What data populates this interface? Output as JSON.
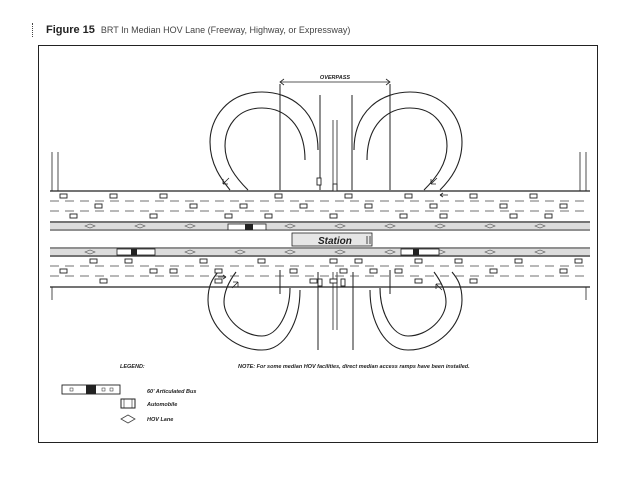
{
  "figure": {
    "label": "Figure 15",
    "title": "BRT In Median HOV Lane (Freeway, Highway, or Expressway)"
  },
  "diagram": {
    "overpass_label": "OVERPASS",
    "station_label": "Station",
    "note": "NOTE: For some median HOV facilities, direct median access ramps have been installed.",
    "legend_title": "LEGEND:",
    "legend_items": [
      {
        "label": "60' Articulated Bus",
        "icon": "articulated-bus-icon"
      },
      {
        "label": "Automobile",
        "icon": "automobile-icon"
      },
      {
        "label": "HOV Lane",
        "icon": "hov-diamond-icon"
      }
    ]
  }
}
